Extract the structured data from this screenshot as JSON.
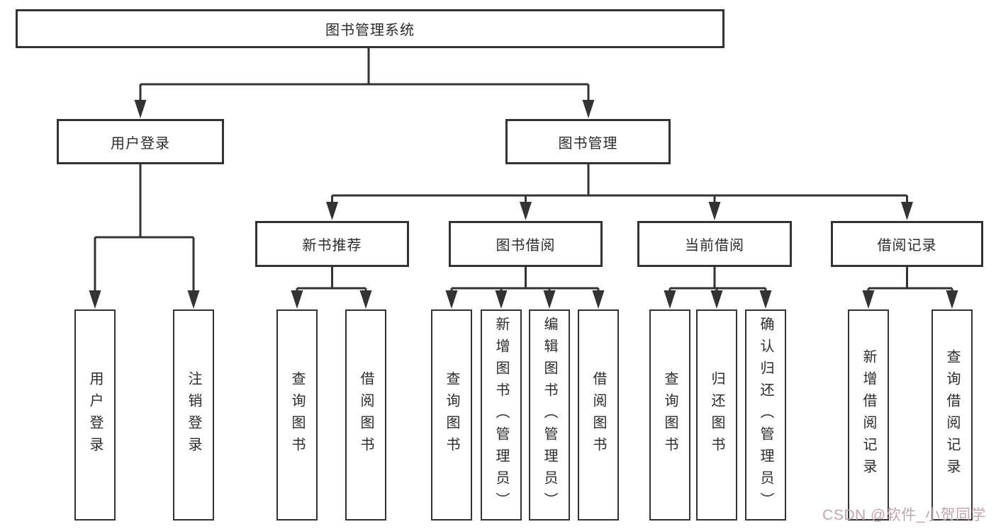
{
  "tree": {
    "root": {
      "label": "图书管理系统"
    },
    "user_login": {
      "label": "用户登录",
      "children": [
        {
          "label": "用户登录"
        },
        {
          "label": "注销登录"
        }
      ]
    },
    "book_mgmt": {
      "label": "图书管理",
      "groups": [
        {
          "label": "新书推荐",
          "children": [
            {
              "label": "查询图书"
            },
            {
              "label": "借阅图书"
            }
          ]
        },
        {
          "label": "图书借阅",
          "children": [
            {
              "label": "查询图书"
            },
            {
              "label": "新增图书（管理员）"
            },
            {
              "label": "编辑图书（管理员）"
            },
            {
              "label": "借阅图书"
            }
          ]
        },
        {
          "label": "当前借阅",
          "children": [
            {
              "label": "查询图书"
            },
            {
              "label": "归还图书"
            },
            {
              "label": "确认归还（管理员）"
            }
          ]
        },
        {
          "label": "借阅记录",
          "children": [
            {
              "label": "新增借阅记录"
            },
            {
              "label": "查询借阅记录"
            }
          ]
        }
      ]
    }
  },
  "watermark": {
    "text": "CSDN @软件_小贺同学"
  },
  "colors": {
    "line": "#333333",
    "border": "#333333",
    "watermark": "#c0a7ac"
  }
}
